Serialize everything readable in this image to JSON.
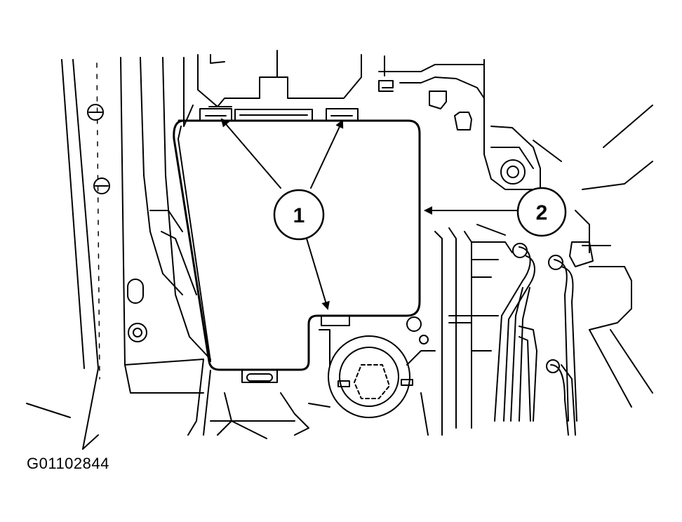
{
  "callouts": [
    {
      "id": "1",
      "label": "1"
    },
    {
      "id": "2",
      "label": "2"
    }
  ],
  "figure_code": "G01102844",
  "colors": {
    "line": "#000000",
    "background": "#ffffff"
  }
}
